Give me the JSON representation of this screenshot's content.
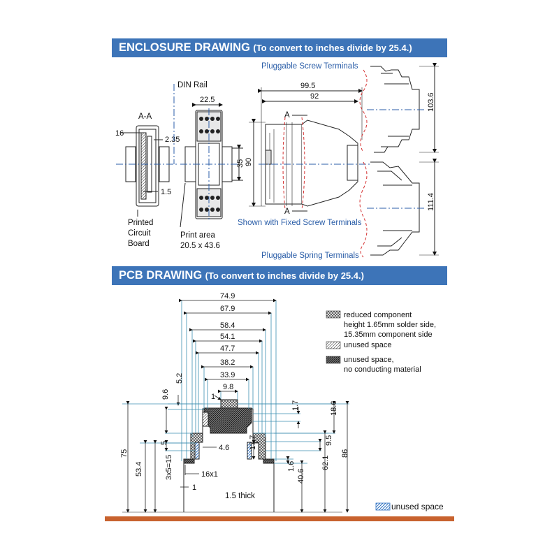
{
  "enclosure": {
    "title": "ENCLOSURE DRAWING",
    "title_note": "(To convert to inches divide by 25.4.)",
    "section_label": "A-A",
    "din_rail": "DIN Rail",
    "pcb_label": [
      "Printed",
      "Circuit",
      "Board"
    ],
    "print_area": [
      "Print area",
      "20.5 x 43.6"
    ],
    "label_pluggable_screw": "Pluggable Screw Terminals",
    "label_fixed_screw": "Shown with Fixed Screw Terminals",
    "label_pluggable_spring": "Pluggable Spring Terminals",
    "section_mark": "A",
    "dims": {
      "d16": "16",
      "d2_35": "2.35",
      "d1_5": "1.5",
      "d22_5": "22.5",
      "d35": "35",
      "d90": "90",
      "d99_5": "99.5",
      "d92": "92",
      "d103_6": "103.6",
      "d111_4": "111.4"
    }
  },
  "pcb": {
    "title": "PCB DRAWING",
    "title_note": "(To convert to inches divide by 25.4.)",
    "thickness": "1.5 thick",
    "dims": {
      "d74_9": "74.9",
      "d67_9": "67.9",
      "d58_4": "58.4",
      "d54_1": "54.1",
      "d47_7": "47.7",
      "d38_2": "38.2",
      "d33_9": "33.9",
      "d9_8": "9.8",
      "d5_2": "5.2",
      "d9_6": "9.6",
      "d1": "1",
      "d1_7": "1.7",
      "d18_6": "18.6",
      "d5": "5",
      "d4_6": "4.6",
      "d17_7": "17.7",
      "d9_5": "9.5",
      "d75": "75",
      "d86": "86",
      "d53_4": "53.4",
      "d3x5": "3x5=15",
      "d16x1": "16x1",
      "d1b": "1",
      "d1_6": "1.6",
      "d40_6": "40.6",
      "d62_1": "62.1"
    },
    "legend": {
      "reduced": [
        "reduced component",
        "height 1.65mm solder side,",
        "15.35mm component side"
      ],
      "unused": "unused space",
      "unused_nc": [
        "unused space,",
        "no conducting material"
      ],
      "unused_bottom": "unused space"
    }
  },
  "colors": {
    "banner": "#3d74b8",
    "footer": "#c8622e",
    "centerline": "#2b5ea8",
    "dim_line": "#3c8fb0",
    "cutline": "#d43030"
  }
}
